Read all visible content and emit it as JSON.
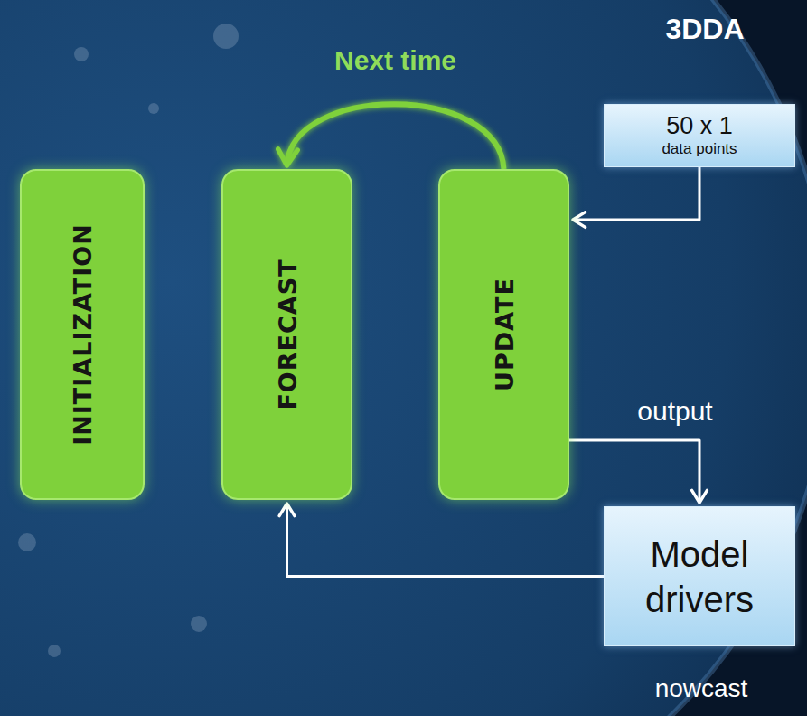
{
  "diagram": {
    "nodes": [
      {
        "text": [
          "INITIALIZATION"
        ]
      },
      {
        "text": [
          "FORECAST"
        ]
      },
      {
        "text": [
          "UPDATE"
        ]
      },
      {
        "text": [
          "50 x 1",
          "data points"
        ]
      },
      {
        "text": [
          "Model drivers"
        ]
      }
    ],
    "edges": [
      {
        "from": 0,
        "to": 1,
        "arrow": "to"
      },
      {
        "from": 1,
        "to": 2,
        "arrow": "to"
      },
      {
        "from": 2,
        "to": 1,
        "label": "Next time",
        "arrow": "to"
      },
      {
        "from": 3,
        "to": 2,
        "arrow": "to"
      },
      {
        "from": 2,
        "to": 4,
        "label": "output",
        "arrow": "to"
      },
      {
        "from": 4,
        "to": 1,
        "arrow": "to"
      }
    ],
    "labels": [
      "3DDA",
      "nowcast"
    ]
  }
}
